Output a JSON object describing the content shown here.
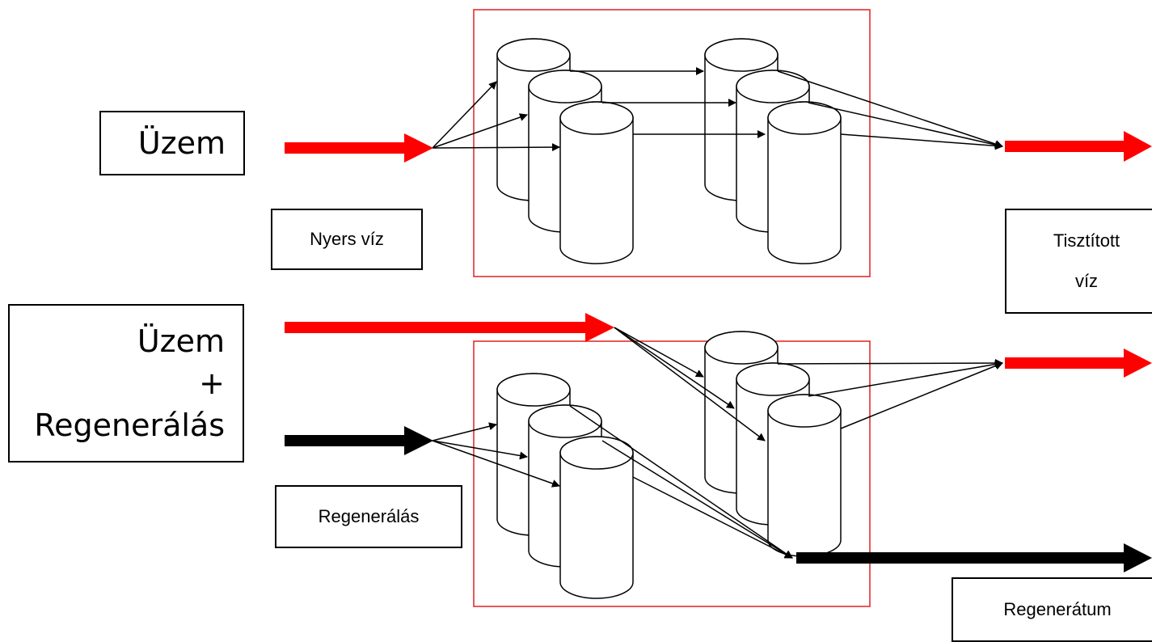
{
  "labels": {
    "uzem": "Üzem",
    "uzem_regen_line1": "Üzem",
    "uzem_regen_line2": "+",
    "uzem_regen_line3": "Regenerálás",
    "nyers_viz": "Nyers víz",
    "tisztitott_line1": "Tisztított",
    "tisztitott_line2": "víz",
    "regeneralas": "Regenerálás",
    "regeneratum": "Regenerátum"
  },
  "colors": {
    "flow_red": "#ff0000",
    "flow_black": "#000000",
    "frame": "#e02020"
  },
  "icons": [
    "cylinder-tank-icon",
    "arrow-icon"
  ]
}
